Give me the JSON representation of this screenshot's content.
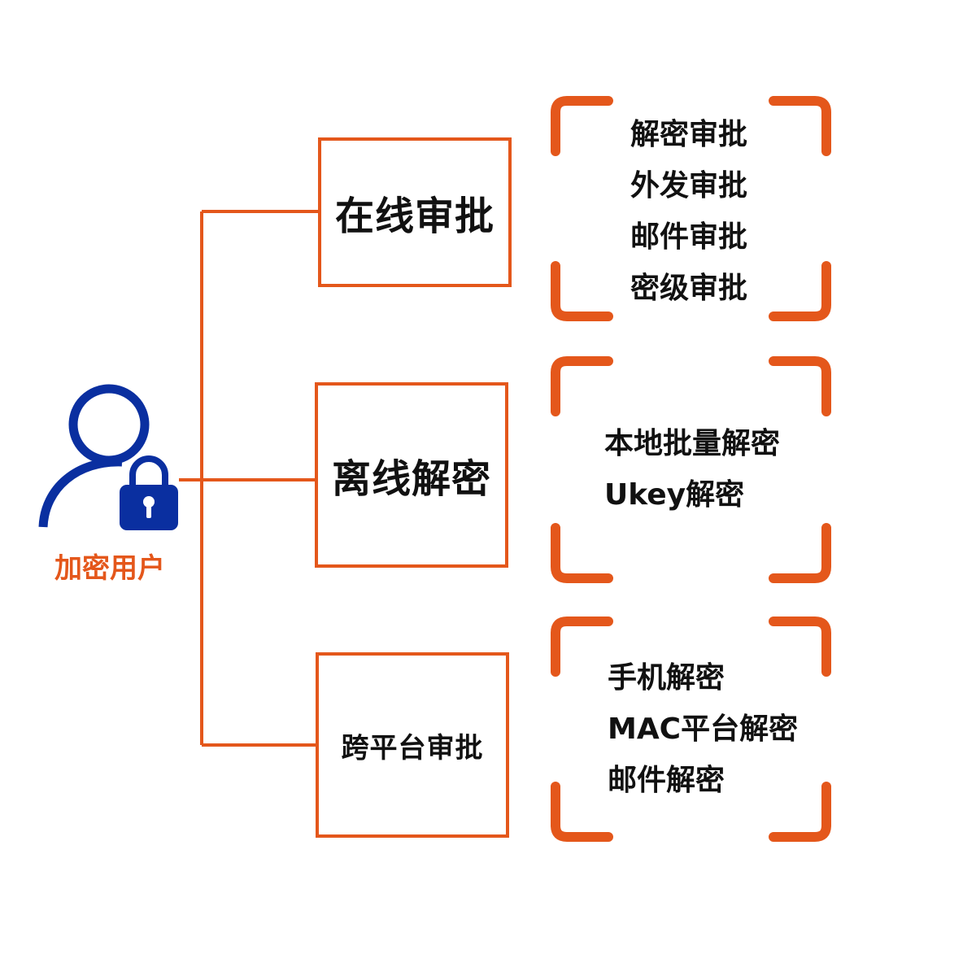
{
  "colors": {
    "accent": "#e4571b",
    "user_icon": "#0a2fa0",
    "text": "#111111"
  },
  "user": {
    "label": "加密用户",
    "icon": "user-lock-icon"
  },
  "categories": [
    {
      "id": "online",
      "label": "在线审批",
      "items": [
        "解密审批",
        "外发审批",
        "邮件审批",
        "密级审批"
      ]
    },
    {
      "id": "offline",
      "label": "离线解密",
      "items": [
        "本地批量解密",
        "Ukey解密"
      ]
    },
    {
      "id": "cross",
      "label": "跨平台审批",
      "items": [
        "手机解密",
        "MAC平台解密",
        "邮件解密"
      ]
    }
  ]
}
